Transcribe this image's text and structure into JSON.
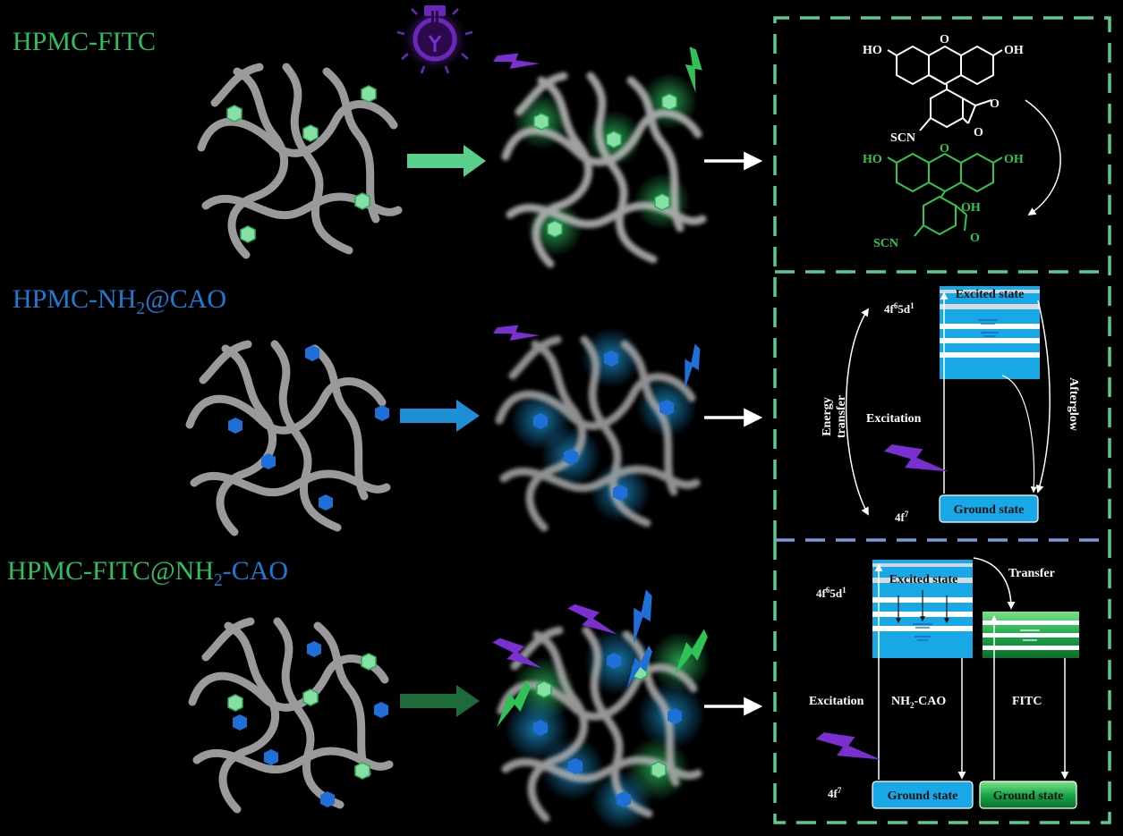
{
  "colors": {
    "background": "#000000",
    "fitc_green": "#2fbf63",
    "cao_blue": "#1e7bd4",
    "polymer_gray": "#9a9a9a",
    "uv_purple": "#7a2fd0",
    "dash_green": "#5fc890",
    "dash_blue": "#7a9bd9",
    "level_blue": "#19a8e6",
    "level_green": "#1aa84a"
  },
  "rows": {
    "row1": {
      "prefix": "HPMC-FITC"
    },
    "row2": {
      "prefix": "HPMC-NH",
      "sub": "2",
      "suffix": "@CAO"
    },
    "row3": {
      "prefix": "HPMC-FITC@NH",
      "sub": "2",
      "suffix": "-CAO"
    }
  },
  "panel1": {
    "top_molecule": {
      "oh_left": "HO",
      "oh_right": "OH",
      "ring_o": "O",
      "lactone_o": "O",
      "carbonyl_o": "O",
      "scn": "SCN"
    },
    "bottom_molecule": {
      "oh_left": "HO",
      "oh_right": "OH",
      "ring_o": "O",
      "acid_oh": "OH",
      "carbonyl_o": "O",
      "scn": "SCN"
    }
  },
  "panel2": {
    "upper_level": {
      "base": "4f",
      "sup1": "6",
      "mid": "5d",
      "sup2": "1"
    },
    "lower_level": {
      "base": "4f",
      "sup": "7"
    },
    "energy_transfer_1": "Energy",
    "energy_transfer_2": "transfer",
    "excitation": "Excitation",
    "excited_state": "Excited state",
    "ground_state": "Ground state",
    "afterglow": "Afterglow"
  },
  "panel3": {
    "upper_level": {
      "base": "4f",
      "sup1": "6",
      "mid": "5d",
      "sup2": "1"
    },
    "lower_level": {
      "base": "4f",
      "sup": "7"
    },
    "excited_state": "Excited state",
    "transfer": "Transfer",
    "excitation": "Excitation",
    "cao_label": {
      "prefix": "NH",
      "sub": "2",
      "suffix": "-CAO"
    },
    "fitc_label": "FITC",
    "ground_state_blue": "Ground state",
    "ground_state_green": "Ground state"
  },
  "icons": [
    "lightbulb-icon",
    "lightning-bolt-icon",
    "arrow-icon",
    "hexagon-icon"
  ]
}
